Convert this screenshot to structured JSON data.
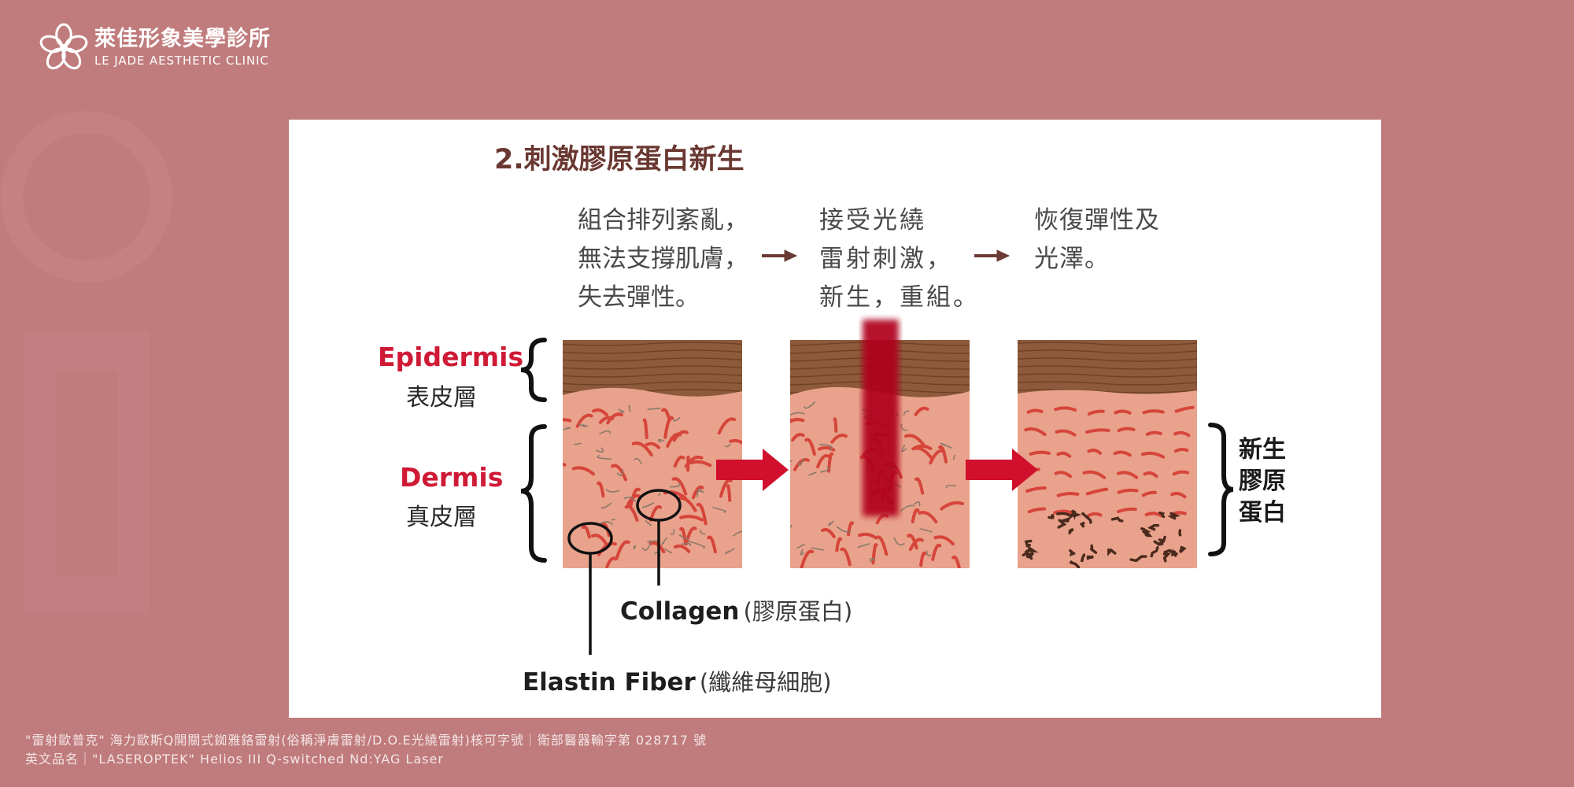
{
  "brand": {
    "name_zh": "萊佳形象美學診所",
    "name_en": "LE JADE AESTHETIC CLINIC"
  },
  "diagram": {
    "title": "2.刺激膠原蛋白新生",
    "steps": [
      {
        "lines": [
          "組合排列紊亂，",
          "無法支撐肌膚，",
          "失去彈性。"
        ]
      },
      {
        "lines": [
          "接受光繞",
          "雷射刺激，",
          "新生，重組。"
        ]
      },
      {
        "lines": [
          "恢復彈性及",
          "光澤。"
        ]
      }
    ],
    "layers": {
      "epidermis_en": "Epidermis",
      "epidermis_zh": "表皮層",
      "dermis_en": "Dermis",
      "dermis_zh": "真皮層"
    },
    "result_lines": [
      "新生",
      "膠原",
      "蛋白"
    ],
    "legend": {
      "collagen_en": "Collagen",
      "collagen_zh": "(膠原蛋白)",
      "elastin_en": "Elastin Fiber",
      "elastin_zh": "(纖維母細胞)"
    },
    "colors": {
      "epidermis": "#8c5a3a",
      "dermis": "#e8a08a",
      "collagen_fiber": "#d94437",
      "arrow": "#d0102c",
      "laser": "#b0001c"
    }
  },
  "footer": {
    "line1": "\"雷射歐普克\" 海力歐斯Q開關式銣雅鉻雷射(俗稱淨膚雷射/D.O.E光繞雷射)核可字號｜衛部醫器輸字第 028717 號",
    "line2": "英文品名｜\"LASEROPTEK\" Helios III Q-switched Nd:YAG Laser"
  }
}
